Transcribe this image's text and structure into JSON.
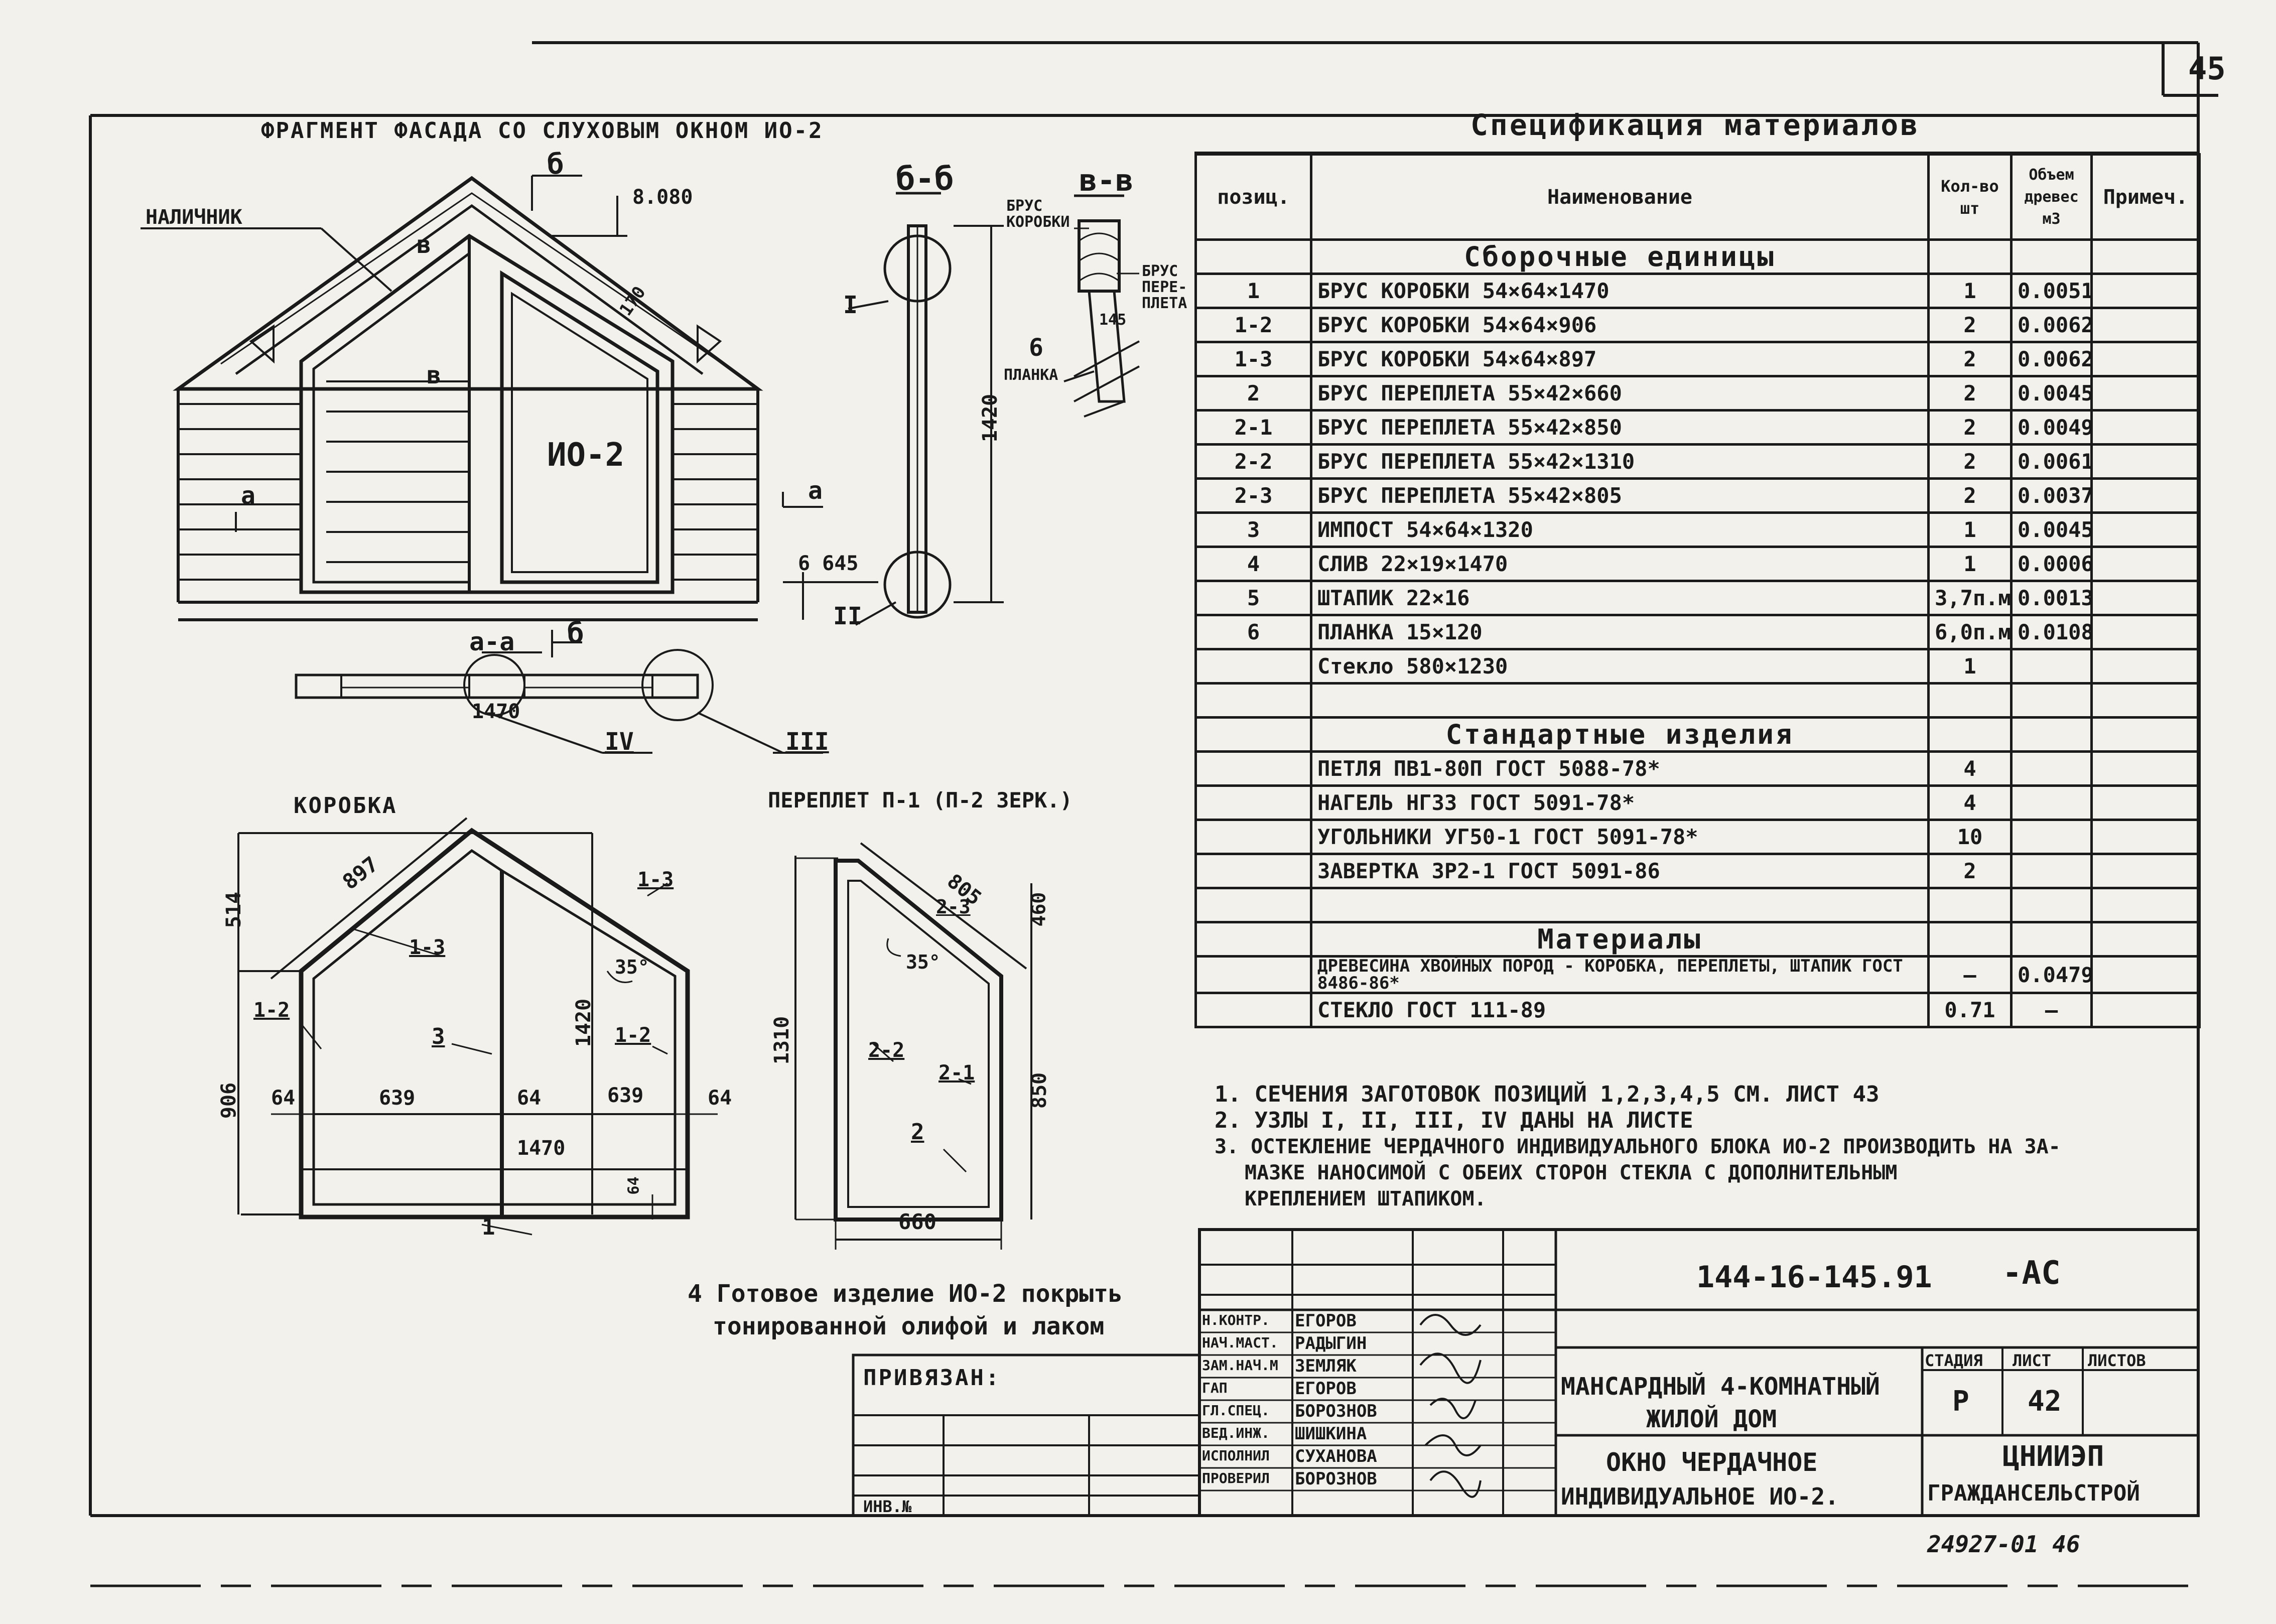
{
  "sheet_number": "45",
  "facade": {
    "title": "ФРАГМЕНТ ФАСАДА СО СЛУХОВЫМ ОКНОМ ИО-2",
    "nalichnik": "НАЛИЧНИК",
    "window_mark": "ИО-2",
    "elev_top": "8.080",
    "elev_bottom": "6 645",
    "cut_b": "б",
    "cut_v": "в",
    "cut_a": "а",
    "dim_170": "170"
  },
  "plan": {
    "title": "а-а",
    "dim": "1470",
    "node_3": "III",
    "node_4": "IV"
  },
  "section_bb": {
    "title": "б-б",
    "dim": "1420",
    "node_1": "I",
    "node_2": "II"
  },
  "section_vv": {
    "title": "в-в",
    "brus_korobki": "БРУС КОРОБКИ",
    "brus_pereplet": "БРУС ПЕРЕ-ПЛЕТА",
    "planka_num": "6",
    "planka": "ПЛАНКА",
    "dim_145": "145"
  },
  "box": {
    "title": "КОРОБКА",
    "d897": "897",
    "d514": "514",
    "d906": "906",
    "d1420": "1420",
    "d1470": "1470",
    "d639a": "639",
    "d639b": "639",
    "d64a": "64",
    "d64b": "64",
    "d64c": "64",
    "d64d": "64",
    "angle": "35°",
    "p1_3a": "1-3",
    "p1_3b": "1-3",
    "p1_2a": "1-2",
    "p1_2b": "1-2",
    "p3": "3",
    "p1": "1"
  },
  "sash": {
    "title": "ПЕРЕПЛЕТ П-1 (П-2 ЗЕРК.)",
    "d805": "805",
    "d460": "460",
    "d1310": "1310",
    "d850": "850",
    "d660": "660",
    "angle": "35°",
    "p2_3": "2-3",
    "p2_2": "2-2",
    "p2_1": "2-1",
    "p2": "2"
  },
  "spec": {
    "title": "Спецификация материалов",
    "headers": [
      "позиц.",
      "Наименование",
      "Кол-во шт",
      "Объем древес м3",
      "Примеч."
    ],
    "section1": "Сборочные единицы",
    "rows1": [
      [
        "1",
        "БРУС КОРОБКИ 54×64×1470",
        "1",
        "0.0051",
        ""
      ],
      [
        "1-2",
        "БРУС КОРОБКИ 54×64×906",
        "2",
        "0.0062",
        ""
      ],
      [
        "1-3",
        "БРУС КОРОБКИ 54×64×897",
        "2",
        "0.0062",
        ""
      ],
      [
        "2",
        "БРУС ПЕРЕПЛЕТА 55×42×660",
        "2",
        "0.0045",
        ""
      ],
      [
        "2-1",
        "БРУС ПЕРЕПЛЕТА 55×42×850",
        "2",
        "0.0049",
        ""
      ],
      [
        "2-2",
        "БРУС ПЕРЕПЛЕТА 55×42×1310",
        "2",
        "0.0061",
        ""
      ],
      [
        "2-3",
        "БРУС ПЕРЕПЛЕТА 55×42×805",
        "2",
        "0.0037",
        ""
      ],
      [
        "3",
        "ИМПОСТ 54×64×1320",
        "1",
        "0.0045",
        ""
      ],
      [
        "4",
        "СЛИВ 22×19×1470",
        "1",
        "0.0006",
        ""
      ],
      [
        "5",
        "ШТАПИК 22×16",
        "3,7п.м.",
        "0.0013",
        ""
      ],
      [
        "6",
        "ПЛАНКА 15×120",
        "6,0п.м.",
        "0.0108",
        ""
      ],
      [
        "",
        "Стекло 580×1230",
        "1",
        "",
        ""
      ]
    ],
    "section2": "Стандартные изделия",
    "rows2": [
      [
        "",
        "ПЕТЛЯ ПВ1-80П ГОСТ 5088-78*",
        "4",
        "",
        ""
      ],
      [
        "",
        "НАГЕЛЬ НГ33 ГОСТ 5091-78*",
        "4",
        "",
        ""
      ],
      [
        "",
        "УГОЛЬНИКИ УГ50-1 ГОСТ 5091-78*",
        "10",
        "",
        ""
      ],
      [
        "",
        "ЗАВЕРТКА ЗР2-1 ГОСТ 5091-86",
        "2",
        "",
        ""
      ]
    ],
    "section3": "Материалы",
    "rows3": [
      [
        "",
        "ДРЕВЕСИНА ХВОЙНЫХ ПОРОД - КОРОБКА, ПЕРЕПЛЕТЫ, ШТАПИК ГОСТ 8486-86*",
        "—",
        "0.0479",
        ""
      ],
      [
        "",
        "СТЕКЛО ГОСТ 111-89",
        "0.71",
        "—",
        ""
      ]
    ]
  },
  "notes": [
    "1. СЕЧЕНИЯ ЗАГОТОВОК ПОЗИЦИЙ 1,2,3,4,5 СМ. ЛИСТ 43",
    "2. УЗЛЫ I, II, III, IV ДАНЫ НА ЛИСТЕ",
    "3. ОСТЕКЛЕНИЕ ЧЕРДАЧНОГО ИНДИВИДУАЛЬНОГО БЛОКА ИО-2 ПРОИЗВОДИТЬ НА ЗА-",
    "МАЗКЕ НАНОСИМОЙ С ОБЕИХ СТОРОН СТЕКЛА С ДОПОЛНИТЕЛЬНЫМ",
    "КРЕПЛЕНИЕМ ШТАПИКОМ."
  ],
  "note4": [
    "4 Готовое изделие ИО-2 покрыть",
    "тонированной олифой и лаком"
  ],
  "privyazan": "ПРИВЯЗАН:",
  "inv": "ИНВ.№",
  "title_block": {
    "code": "144-16-145.91",
    "suffix": "-АС",
    "project": [
      "МАНСАРДНЫЙ 4-КОМНАТНЫЙ",
      "ЖИЛОЙ ДОМ"
    ],
    "sheet_title": [
      "ОКНО ЧЕРДАЧНОЕ",
      "ИНДИВИДУАЛЬНОЕ ИО-2."
    ],
    "stage_label": "СТАДИЯ",
    "sheet_label": "ЛИСТ",
    "sheets_label": "ЛИСТОВ",
    "stage": "Р",
    "sheet": "42",
    "org": [
      "ЦНИИЭП",
      "ГРАЖДАНСЕЛЬСТРОЙ"
    ],
    "staff": [
      [
        "Н.КОНТР.",
        "ЕГОРОВ"
      ],
      [
        "НАЧ.МАСТ.",
        "РАДЫГИН"
      ],
      [
        "ЗАМ.НАЧ.М",
        "ЗЕМЛЯК"
      ],
      [
        "ГАП",
        "ЕГОРОВ"
      ],
      [
        "ГЛ.СПЕЦ.",
        "БОРОЗНОВ"
      ],
      [
        "ВЕД.ИНЖ.",
        "ШИШКИНА"
      ],
      [
        "ИСПОЛНИЛ",
        "СУХАНОВА"
      ],
      [
        "ПРОВЕРИЛ",
        "БОРОЗНОВ"
      ]
    ]
  },
  "bottom_number": "24927-01 46"
}
